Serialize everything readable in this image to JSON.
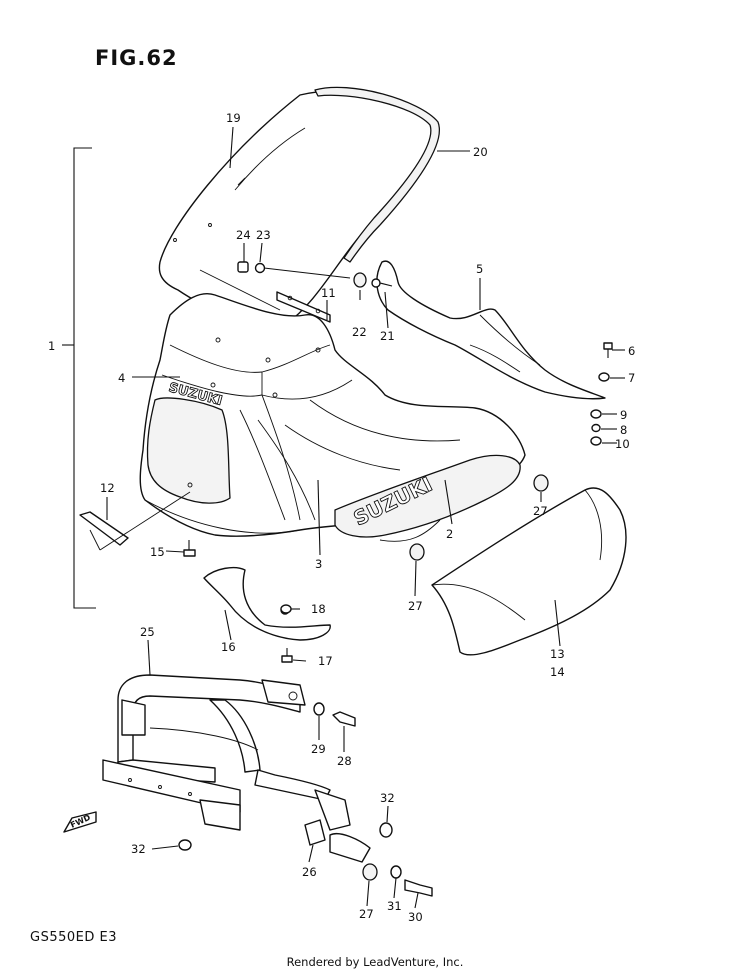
{
  "figure_title": "FIG.62",
  "model_code": "GS550ED  E3",
  "credit": "Rendered by LeadVenture, Inc.",
  "brand_marks": {
    "front": "SUZUKI",
    "side": "SUZUKI"
  },
  "direction_arrow": "FWD",
  "callouts": {
    "p1": "1",
    "p2": "2",
    "p3": "3",
    "p4": "4",
    "p5": "5",
    "p6": "6",
    "p7": "7",
    "p8": "8",
    "p9": "9",
    "p10": "10",
    "p11": "11",
    "p12": "12",
    "p13": "13",
    "p14": "14",
    "p15": "15",
    "p16": "16",
    "p17": "17",
    "p18": "18",
    "p19": "19",
    "p20": "20",
    "p21": "21",
    "p22": "22",
    "p23": "23",
    "p24": "24",
    "p25": "25",
    "p26": "26",
    "p27a": "27",
    "p27b": "27",
    "p27c": "27",
    "p28": "28",
    "p29": "29",
    "p30": "30",
    "p31": "31",
    "p32a": "32",
    "p32b": "32"
  }
}
